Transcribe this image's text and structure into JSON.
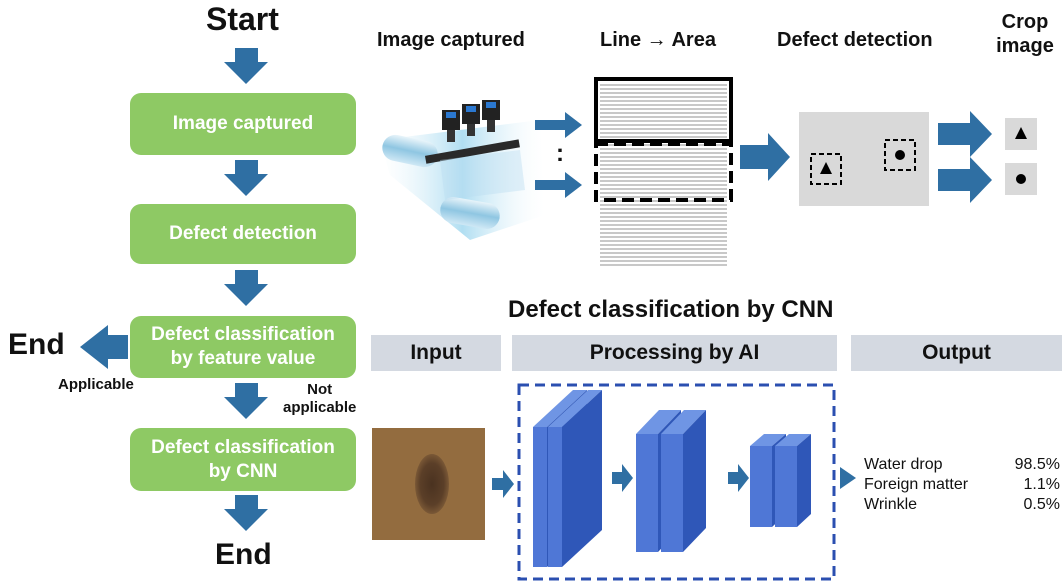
{
  "flow": {
    "start": "Start",
    "steps": [
      {
        "lines": [
          "Image captured"
        ]
      },
      {
        "lines": [
          "Defect detection"
        ]
      },
      {
        "lines": [
          "Defect classification",
          "by feature value"
        ]
      },
      {
        "lines": [
          "Defect classification",
          "by CNN"
        ]
      }
    ],
    "end_left": "End",
    "end_bottom": "End",
    "applicable": "Applicable",
    "not_applicable": [
      "Not",
      "applicable"
    ]
  },
  "pipeline": {
    "image_captured": "Image captured",
    "line_area": "Line → Area",
    "defect_detection": "Defect detection",
    "crop_image": [
      "Crop",
      "image"
    ],
    "ellipsis": ":"
  },
  "cnn": {
    "title": "Defect classification by CNN",
    "headers": {
      "input": "Input",
      "processing": "Processing by AI",
      "output": "Output"
    },
    "outputs": [
      {
        "label": "Water drop",
        "value": "98.5%"
      },
      {
        "label": "Foreign matter",
        "value": "1.1%"
      },
      {
        "label": "Wrinkle",
        "value": "0.5%"
      }
    ]
  },
  "colors": {
    "flow_box": "#8ec964",
    "arrow": "#2f6fa3",
    "header_bar": "#d4d9e1",
    "cnn_block": "#3f6fd0",
    "dashed_frame": "#2b4fb0"
  }
}
